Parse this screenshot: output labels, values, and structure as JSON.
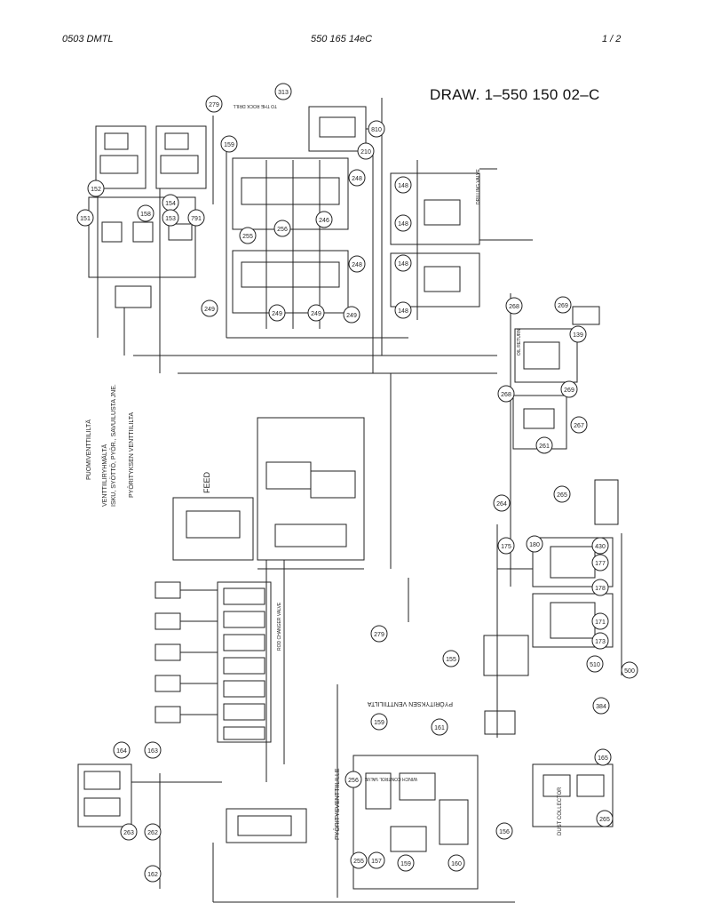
{
  "header": {
    "left": "0503 DMTL",
    "center": "550 165 14eC",
    "right": "1 /  2"
  },
  "drawing_title": "DRAW. 1–550 150 02–C",
  "side_labels": {
    "boom_valve": "PUOMIVENTTIILILTÄ",
    "valve_group": "VENTTIILIRYHMÄLTÄ",
    "valve_group_2": "ISKU, SYÖTTÖ, PYÖR., SAVUILUSTA JNE.",
    "rotation_valve": "PYÖRITYKSEN VENTTIILILTA",
    "feed": "FEED",
    "rotation_valve_bottom": "PYÖRITYKSEN VENTTIILILTA",
    "rotation_valve_left": "PYÖRITYSVENTTIILILLE",
    "dust_collector": "DUST COLLECTOR",
    "winch_control": "WINCH CONTROL VALVE",
    "drilling_valve": "DRILLING VALVE",
    "oil_return": "OIL RETURN",
    "to_rock_drill": "TO THE ROCK DRILL",
    "rod_changer": "ROD CHANGER VALVE"
  },
  "callouts": {
    "c1": "279",
    "c2": "313",
    "c3": "810",
    "c4": "210",
    "c5": "152",
    "c6": "151",
    "c7": "158",
    "c8": "154",
    "c9": "153",
    "c10": "159",
    "c11": "791",
    "c12": "248",
    "c13": "248",
    "c14": "255",
    "c15": "256",
    "c16": "246",
    "c17": "249",
    "c18": "249",
    "c19": "249",
    "c20": "249",
    "c21": "148",
    "c22": "148",
    "c23": "148",
    "c24": "148",
    "c25": "268",
    "c26": "269",
    "c27": "139",
    "c28": "268",
    "c29": "269",
    "c30": "267",
    "c31": "261",
    "c32": "264",
    "c33": "265",
    "c34": "175",
    "c35": "180",
    "c36": "430",
    "c37": "177",
    "c38": "178",
    "c39": "171",
    "c40": "173",
    "c41": "510",
    "c42": "500",
    "c43": "279",
    "c44": "155",
    "c45": "159",
    "c46": "161",
    "c47": "384",
    "c48": "165",
    "c49": "265",
    "c50": "164",
    "c51": "163",
    "c52": "263",
    "c53": "262",
    "c54": "162",
    "c55": "256",
    "c56": "157",
    "c57": "159",
    "c58": "160",
    "c59": "156",
    "c60": "255"
  }
}
